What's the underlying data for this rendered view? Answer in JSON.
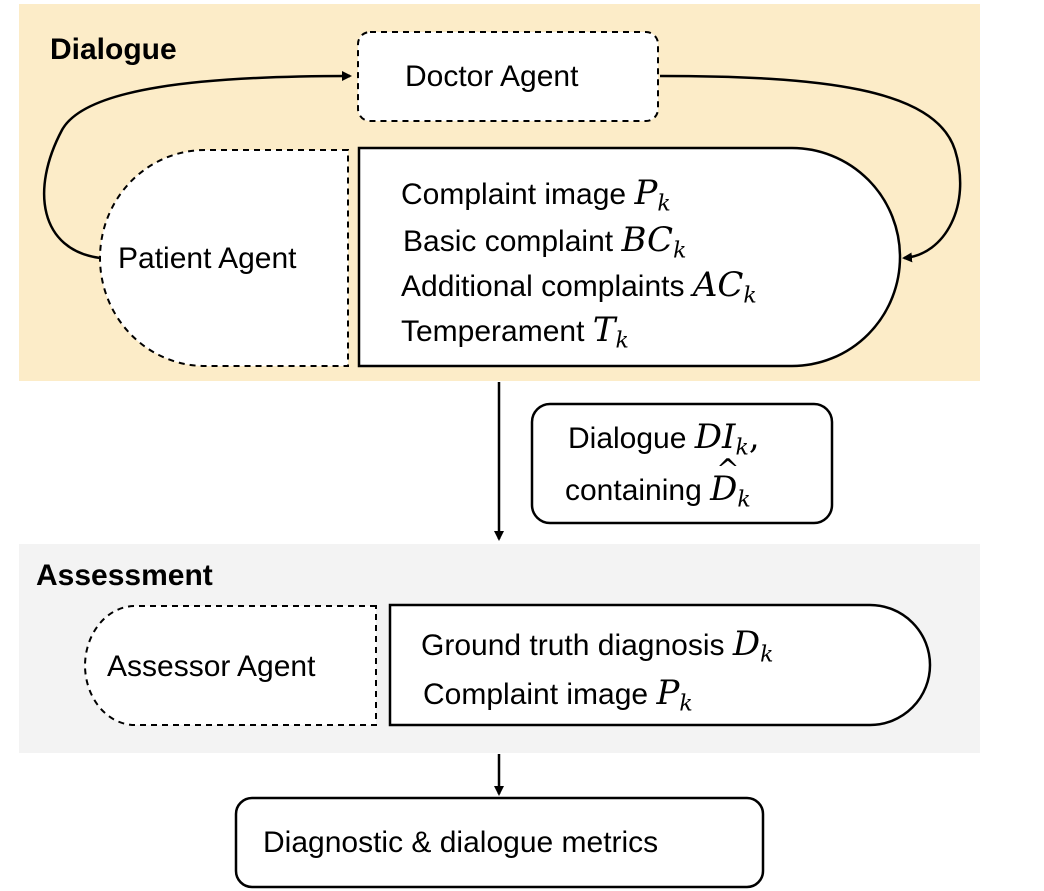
{
  "sections": {
    "dialogue_title": "Dialogue",
    "assessment_title": "Assessment"
  },
  "dialogue": {
    "doctor_agent": "Doctor Agent",
    "patient_agent": "Patient Agent",
    "inputs": [
      {
        "label": "Complaint image",
        "symbol": "P",
        "sub": "k"
      },
      {
        "label": "Basic complaint",
        "symbol": "BC",
        "sub": "k"
      },
      {
        "label": "Additional complaints",
        "symbol": "AC",
        "sub": "k"
      },
      {
        "label": "Temperament",
        "symbol": "T",
        "sub": "k"
      }
    ]
  },
  "transfer": {
    "line1_label": "Dialogue",
    "line1_symbol": "DI",
    "line1_sub": "k",
    "line1_suffix": ",",
    "line2_label": "containing",
    "line2_symbol": "D",
    "line2_sub": "k"
  },
  "assessment": {
    "assessor_agent": "Assessor Agent",
    "inputs": [
      {
        "label": "Ground truth diagnosis",
        "symbol": "D",
        "sub": "k"
      },
      {
        "label": "Complaint image",
        "symbol": "P",
        "sub": "k"
      }
    ]
  },
  "output": {
    "metrics": "Diagnostic & dialogue metrics"
  },
  "colors": {
    "dialogue_bg": "#fcecc8",
    "assessment_bg": "#f3f3f3"
  }
}
